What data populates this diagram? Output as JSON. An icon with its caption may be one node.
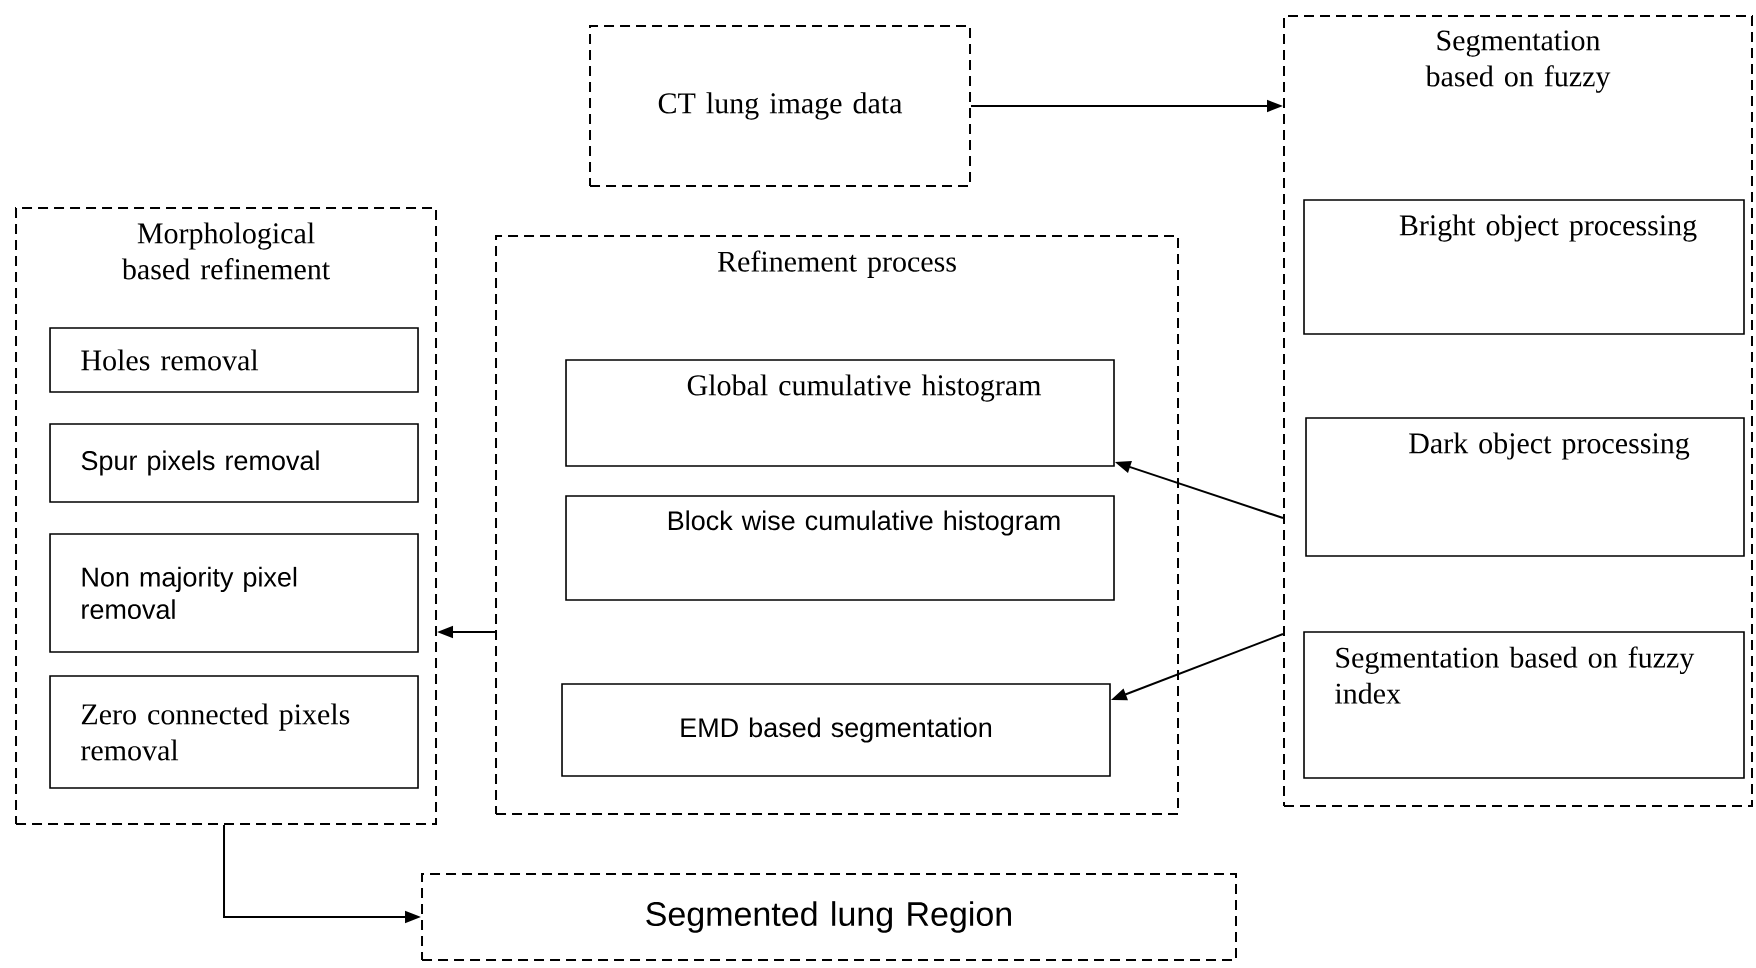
{
  "diagram": {
    "nodes": [
      {
        "text": [
          "CT lung image data"
        ]
      },
      {
        "text": [
          "Segmentation based on fuzzy"
        ]
      },
      {
        "text": [
          "Bright object processing"
        ],
        "in": 1
      },
      {
        "text": [
          "Dark object processing"
        ],
        "in": 1
      },
      {
        "text": [
          "Segmentation based on fuzzy index"
        ],
        "in": 1
      },
      {
        "text": [
          "Refinement process"
        ]
      },
      {
        "text": [
          "Global cumulative histogram"
        ],
        "in": 5
      },
      {
        "text": [
          "Block wise cumulative histogram"
        ],
        "in": 5
      },
      {
        "text": [
          "EMD based segmentation"
        ],
        "in": 5
      },
      {
        "text": [
          "Morphological based refinement"
        ]
      },
      {
        "text": [
          "Holes removal"
        ],
        "in": 9
      },
      {
        "text": [
          "Spur pixels removal"
        ],
        "in": 9
      },
      {
        "text": [
          "Non majority pixel removal"
        ],
        "in": 9
      },
      {
        "text": [
          "Zero connected pixels removal"
        ],
        "in": 9
      },
      {
        "text": [
          "Segmented lung Region"
        ]
      }
    ],
    "edges": [
      {
        "from": 0,
        "to": 1,
        "arrow": "to"
      },
      {
        "from": 1,
        "to": 6,
        "arrow": "to"
      },
      {
        "from": 1,
        "to": 8,
        "arrow": "to"
      },
      {
        "from": 5,
        "to": 9,
        "arrow": "to"
      },
      {
        "from": 9,
        "to": 14,
        "arrow": "to"
      }
    ]
  }
}
